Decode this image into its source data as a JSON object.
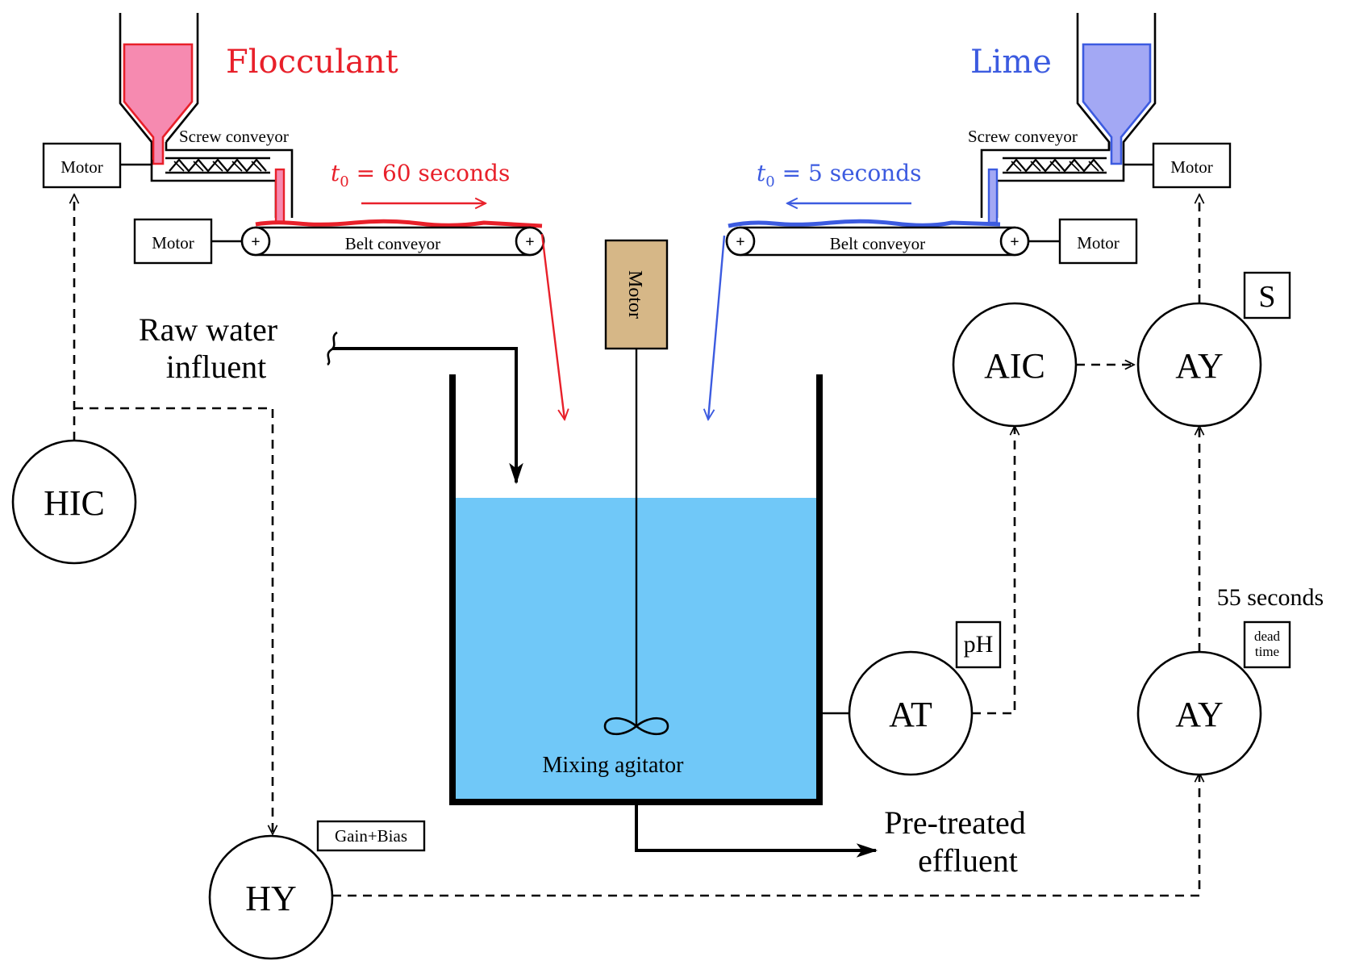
{
  "colors": {
    "flocculant": "#e8202a",
    "flocculant_fill": "#f68ab0",
    "lime": "#3c5be0",
    "lime_fill": "#a3a8f4",
    "water": "#70c8f8",
    "motor_fill": "#d6b787"
  },
  "chemicals": {
    "flocculant": "Flocculant",
    "lime": "Lime"
  },
  "conveyors": {
    "screw_left": "Screw conveyor",
    "screw_right": "Screw conveyor",
    "belt_left": "Belt conveyor",
    "belt_right": "Belt conveyor"
  },
  "motors": {
    "screw_left": "Motor",
    "belt_left": "Motor",
    "screw_right": "Motor",
    "belt_right": "Motor",
    "agitator": "Motor"
  },
  "dead_times": {
    "flocculant": {
      "t": "t",
      "sub": "0",
      "rest": " = 60 seconds"
    },
    "lime": {
      "t": "t",
      "sub": "0",
      "rest": " = 5 seconds"
    }
  },
  "process": {
    "influent_line1": "Raw water",
    "influent_line2": "influent",
    "agitator": "Mixing agitator",
    "effluent_line1": "Pre-treated",
    "effluent_line2": "effluent"
  },
  "instruments": {
    "hic": "HIC",
    "hy": "HY",
    "hy_function": "Gain+Bias",
    "at": "AT",
    "at_function": "pH",
    "aic": "AIC",
    "ay_select": "AY",
    "ay_select_function": "S",
    "ay_delay": "AY",
    "ay_delay_function_line1": "dead",
    "ay_delay_function_line2": "time",
    "delay_label": "55 seconds"
  },
  "icons": [
    "screw-auger-icon",
    "belt-roller-icon",
    "agitator-impeller-icon",
    "arrow-icon",
    "pipe-break-icon"
  ]
}
